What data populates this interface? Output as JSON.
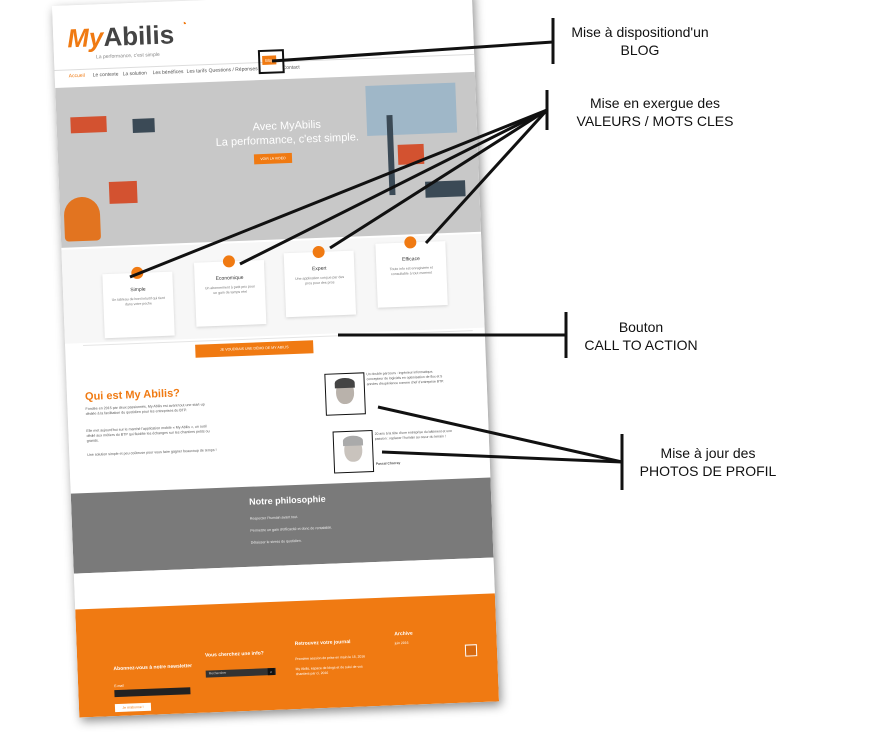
{
  "annotations": {
    "blog": [
      "Mise à dispositiond'un",
      "BLOG"
    ],
    "values": [
      "Mise en exergue des",
      "VALEURS / MOTS CLES"
    ],
    "cta": [
      "Bouton",
      "CALL TO ACTION"
    ],
    "photos": [
      "Mise à jour des",
      "PHOTOS DE PROFIL"
    ]
  },
  "site": {
    "logo_my": "My",
    "logo_rest": "Abilis",
    "tagline": "La performance, c'est simple",
    "nav": [
      "Accueil",
      "Le contexte",
      "La solution",
      "Les bénéfices",
      "Les tarifs",
      "Questions / Réponses",
      "Contact"
    ],
    "blog_label": "Blog",
    "hero_line1": "Avec MyAbilis",
    "hero_line2": "La performance, c'est simple.",
    "hero_btn": "VOIR LA VIDÉO",
    "values": [
      {
        "title": "Simple",
        "desc": "Un tableau de bord intuitif qui tient dans votre poche"
      },
      {
        "title": "Economique",
        "desc": "Un abonnement à petit prix pour un gain de temps réel"
      },
      {
        "title": "Expert",
        "desc": "Une application conçue par des pros pour des pros"
      },
      {
        "title": "Efficace",
        "desc": "Toute info est enregistrée et consultable à tout moment"
      }
    ],
    "cta_label": "JE VOUDRAIS UNE DÉMO DE MY ABILIS",
    "about_title": "Qui est My Abilis?",
    "about_p1": "Fondée en 2015 par deux passionnés, My Abilis est avant tout une start-up dédiée à la facilitation du quotidien pour les entreprises du BTP.",
    "about_p2": "Elle met aujourd'hui sur le marché l'application mobile « My Abilis », un outil dédié aux métiers du BTP qui fluidifie les échanges sur les chantiers petits ou grands.",
    "about_p3": "Une solution simple et peu coûteuse pour vous faire gagner beaucoup de temps !",
    "bio1": "Un double parcours : ingénieur informatique, concepteur de logiciels en optimisation de flux et 5 années d'expérience comme chef d'entreprise BTP.",
    "bio2": "20 ans à la tête d'une entreprise du bâtiment et une passion : replacer l'humain au cœur du terrain !",
    "bio2_name": "Pascal Charray",
    "philo_title": "Notre philosophie",
    "philo_items": [
      "Respecter l'humain avant tout.",
      "Permettre un gain d'efficacité et donc de rentabilité.",
      "Délaisser le stress du quotidien."
    ],
    "footer": {
      "newsletter_title": "Abonnez-vous à notre newsletter",
      "email_label": "E-mail",
      "subscribe_btn": "Je m'abonne !",
      "search_title": "Vous cherchez une info?",
      "search_placeholder": "Rechercher",
      "journal_title": "Retrouvez votre journal",
      "journal_items": [
        "Première session de prise en main le 15, 2016",
        "My Abilis, espace de blogs et de suivi de vos chantiers par ci, 2016"
      ],
      "archive_title": "Archive",
      "archive_item": "juin 2016"
    }
  }
}
